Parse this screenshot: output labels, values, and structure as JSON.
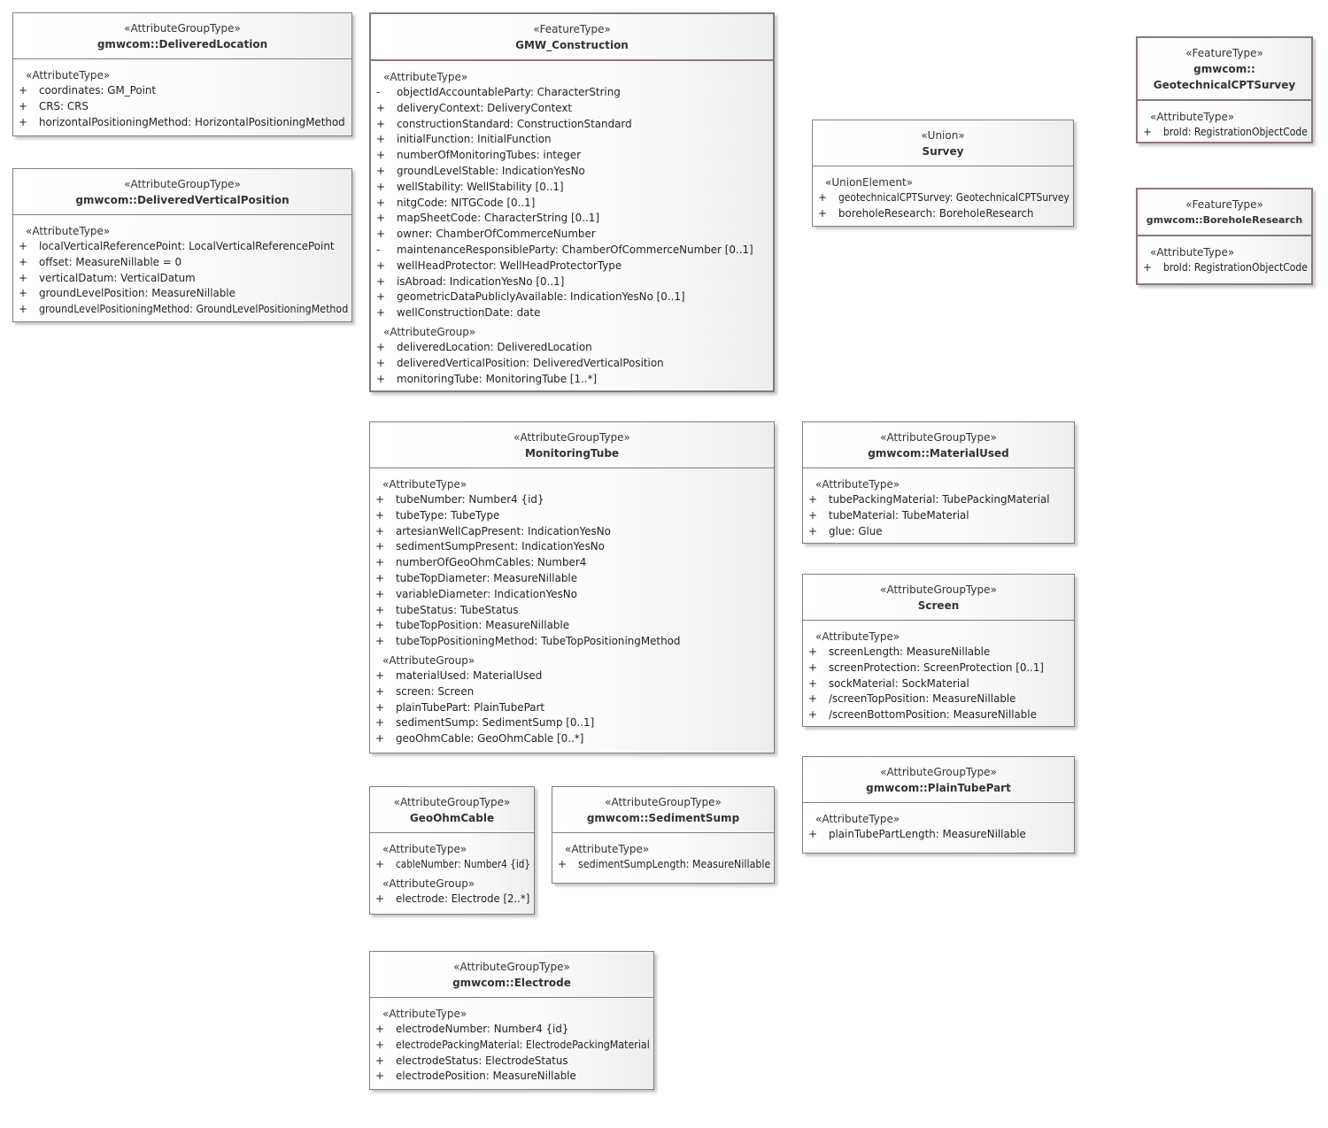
{
  "boxes": [
    {
      "id": "delivered-location",
      "stereotype": "«AttributeGroupType»",
      "name": [
        "gmwcom::DeliveredLocation"
      ],
      "sections": [
        {
          "label": "«AttributeType»",
          "attrs": [
            {
              "v": "+",
              "t": "coordinates: GM_Point"
            },
            {
              "v": "+",
              "t": "CRS: CRS"
            },
            {
              "v": "+",
              "t": "horizontalPositioningMethod: HorizontalPositioningMethod"
            }
          ]
        }
      ]
    },
    {
      "id": "delivered-vertical-position",
      "stereotype": "«AttributeGroupType»",
      "name": [
        "gmwcom::DeliveredVerticalPosition"
      ],
      "sections": [
        {
          "label": "«AttributeType»",
          "attrs": [
            {
              "v": "+",
              "t": "localVerticalReferencePoint: LocalVerticalReferencePoint"
            },
            {
              "v": "+",
              "t": "offset: MeasureNillable = 0"
            },
            {
              "v": "+",
              "t": "verticalDatum: VerticalDatum"
            },
            {
              "v": "+",
              "t": "groundLevelPosition: MeasureNillable"
            },
            {
              "v": "+",
              "t": "groundLevelPositioningMethod: GroundLevelPositioningMethod"
            }
          ]
        }
      ]
    },
    {
      "id": "gmw-construction",
      "stereotype": "«FeatureType»",
      "name": [
        "GMW_Construction"
      ],
      "sections": [
        {
          "label": "«AttributeType»",
          "attrs": [
            {
              "v": "-",
              "t": "objectIdAccountableParty: CharacterString"
            },
            {
              "v": "+",
              "t": "deliveryContext: DeliveryContext"
            },
            {
              "v": "+",
              "t": "constructionStandard: ConstructionStandard"
            },
            {
              "v": "+",
              "t": "initialFunction: InitialFunction"
            },
            {
              "v": "+",
              "t": "numberOfMonitoringTubes: integer"
            },
            {
              "v": "+",
              "t": "groundLevelStable: IndicationYesNo"
            },
            {
              "v": "+",
              "t": "wellStability: WellStability [0..1]"
            },
            {
              "v": "+",
              "t": "nitgCode: NITGCode [0..1]"
            },
            {
              "v": "+",
              "t": "mapSheetCode: CharacterString [0..1]"
            },
            {
              "v": "+",
              "t": "owner: ChamberOfCommerceNumber"
            },
            {
              "v": "-",
              "t": "maintenanceResponsibleParty: ChamberOfCommerceNumber [0..1]"
            },
            {
              "v": "+",
              "t": "wellHeadProtector: WellHeadProtectorType"
            },
            {
              "v": "+",
              "t": "isAbroad: IndicationYesNo [0..1]"
            },
            {
              "v": "+",
              "t": "geometricDataPubliclyAvailable: IndicationYesNo [0..1]"
            },
            {
              "v": "+",
              "t": "wellConstructionDate: date"
            }
          ]
        },
        {
          "label": "«AttributeGroup»",
          "attrs": [
            {
              "v": "+",
              "t": "deliveredLocation: DeliveredLocation"
            },
            {
              "v": "+",
              "t": "deliveredVerticalPosition: DeliveredVerticalPosition"
            },
            {
              "v": "+",
              "t": "monitoringTube: MonitoringTube [1..*]"
            }
          ]
        }
      ]
    },
    {
      "id": "survey",
      "stereotype": "«Union»",
      "name": [
        "Survey"
      ],
      "sections": [
        {
          "label": "«UnionElement»",
          "attrs": [
            {
              "v": "+",
              "t": "geotechnicalCPTSurvey: GeotechnicalCPTSurvey"
            },
            {
              "v": "+",
              "t": "boreholeResearch: BoreholeResearch"
            }
          ]
        }
      ]
    },
    {
      "id": "geotechnical-cpt-survey",
      "stereotype": "«FeatureType»",
      "name": [
        "gmwcom::",
        "GeotechnicalCPTSurvey"
      ],
      "sections": [
        {
          "label": "«AttributeType»",
          "attrs": [
            {
              "v": "+",
              "t": "broId: RegistrationObjectCode"
            }
          ]
        }
      ]
    },
    {
      "id": "borehole-research",
      "stereotype": "«FeatureType»",
      "name": [
        "gmwcom::BoreholeResearch"
      ],
      "sections": [
        {
          "label": "«AttributeType»",
          "attrs": [
            {
              "v": "+",
              "t": "broId: RegistrationObjectCode"
            }
          ]
        }
      ]
    },
    {
      "id": "monitoring-tube",
      "stereotype": "«AttributeGroupType»",
      "name": [
        "MonitoringTube"
      ],
      "sections": [
        {
          "label": "«AttributeType»",
          "attrs": [
            {
              "v": "+",
              "t": "tubeNumber: Number4 {id}"
            },
            {
              "v": "+",
              "t": "tubeType: TubeType"
            },
            {
              "v": "+",
              "t": "artesianWellCapPresent: IndicationYesNo"
            },
            {
              "v": "+",
              "t": "sedimentSumpPresent: IndicationYesNo"
            },
            {
              "v": "+",
              "t": "numberOfGeoOhmCables: Number4"
            },
            {
              "v": "+",
              "t": "tubeTopDiameter: MeasureNillable"
            },
            {
              "v": "+",
              "t": "variableDiameter: IndicationYesNo"
            },
            {
              "v": "+",
              "t": "tubeStatus: TubeStatus"
            },
            {
              "v": "+",
              "t": "tubeTopPosition: MeasureNillable"
            },
            {
              "v": "+",
              "t": "tubeTopPositioningMethod: TubeTopPositioningMethod"
            }
          ]
        },
        {
          "label": "«AttributeGroup»",
          "attrs": [
            {
              "v": "+",
              "t": "materialUsed: MaterialUsed"
            },
            {
              "v": "+",
              "t": "screen: Screen"
            },
            {
              "v": "+",
              "t": "plainTubePart: PlainTubePart"
            },
            {
              "v": "+",
              "t": "sedimentSump: SedimentSump [0..1]"
            },
            {
              "v": "+",
              "t": "geoOhmCable: GeoOhmCable [0..*]"
            }
          ]
        }
      ]
    },
    {
      "id": "material-used",
      "stereotype": "«AttributeGroupType»",
      "name": [
        "gmwcom::MaterialUsed"
      ],
      "sections": [
        {
          "label": "«AttributeType»",
          "attrs": [
            {
              "v": "+",
              "t": "tubePackingMaterial: TubePackingMaterial"
            },
            {
              "v": "+",
              "t": "tubeMaterial: TubeMaterial"
            },
            {
              "v": "+",
              "t": "glue: Glue"
            }
          ]
        }
      ]
    },
    {
      "id": "screen",
      "stereotype": "«AttributeGroupType»",
      "name": [
        "Screen"
      ],
      "sections": [
        {
          "label": "«AttributeType»",
          "attrs": [
            {
              "v": "+",
              "t": "screenLength: MeasureNillable"
            },
            {
              "v": "+",
              "t": "screenProtection: ScreenProtection [0..1]"
            },
            {
              "v": "+",
              "t": "sockMaterial: SockMaterial"
            },
            {
              "v": "+",
              "t": "/screenTopPosition: MeasureNillable"
            },
            {
              "v": "+",
              "t": "/screenBottomPosition: MeasureNillable"
            }
          ]
        }
      ]
    },
    {
      "id": "plain-tube-part",
      "stereotype": "«AttributeGroupType»",
      "name": [
        "gmwcom::PlainTubePart"
      ],
      "sections": [
        {
          "label": "«AttributeType»",
          "attrs": [
            {
              "v": "+",
              "t": "plainTubePartLength: MeasureNillable"
            }
          ]
        }
      ]
    },
    {
      "id": "geo-ohm-cable",
      "stereotype": "«AttributeGroupType»",
      "name": [
        "GeoOhmCable"
      ],
      "sections": [
        {
          "label": "«AttributeType»",
          "attrs": [
            {
              "v": "+",
              "t": "cableNumber: Number4 {id}"
            }
          ]
        },
        {
          "label": "«AttributeGroup»",
          "attrs": [
            {
              "v": "+",
              "t": "electrode: Electrode [2..*]"
            }
          ]
        }
      ]
    },
    {
      "id": "sediment-sump",
      "stereotype": "«AttributeGroupType»",
      "name": [
        "gmwcom::SedimentSump"
      ],
      "sections": [
        {
          "label": "«AttributeType»",
          "attrs": [
            {
              "v": "+",
              "t": "sedimentSumpLength: MeasureNillable"
            }
          ]
        }
      ]
    },
    {
      "id": "electrode",
      "stereotype": "«AttributeGroupType»",
      "name": [
        "gmwcom::Electrode"
      ],
      "sections": [
        {
          "label": "«AttributeType»",
          "attrs": [
            {
              "v": "+",
              "t": "electrodeNumber: Number4 {id}"
            },
            {
              "v": "+",
              "t": "electrodePackingMaterial: ElectrodePackingMaterial"
            },
            {
              "v": "+",
              "t": "electrodeStatus: ElectrodeStatus"
            },
            {
              "v": "+",
              "t": "electrodePosition: MeasureNillable"
            }
          ]
        }
      ]
    }
  ]
}
